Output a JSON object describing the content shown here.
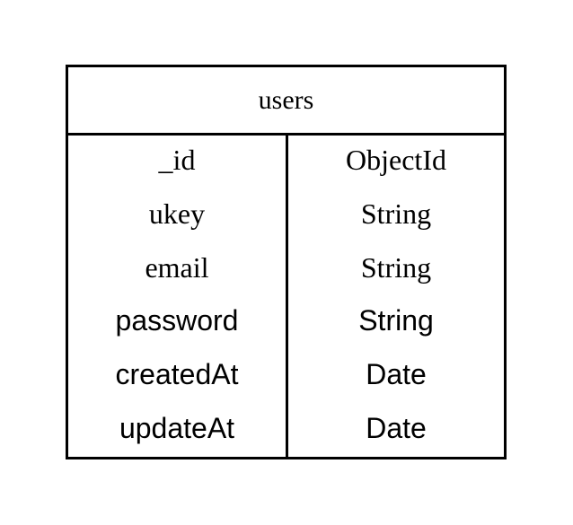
{
  "table": {
    "title": "users",
    "fields": [
      {
        "name": "_id",
        "type": "ObjectId"
      },
      {
        "name": "ukey",
        "type": "String"
      },
      {
        "name": "email",
        "type": "String"
      },
      {
        "name": "password",
        "type": "String"
      },
      {
        "name": "createdAt",
        "type": "Date"
      },
      {
        "name": "updateAt",
        "type": "Date"
      }
    ]
  }
}
